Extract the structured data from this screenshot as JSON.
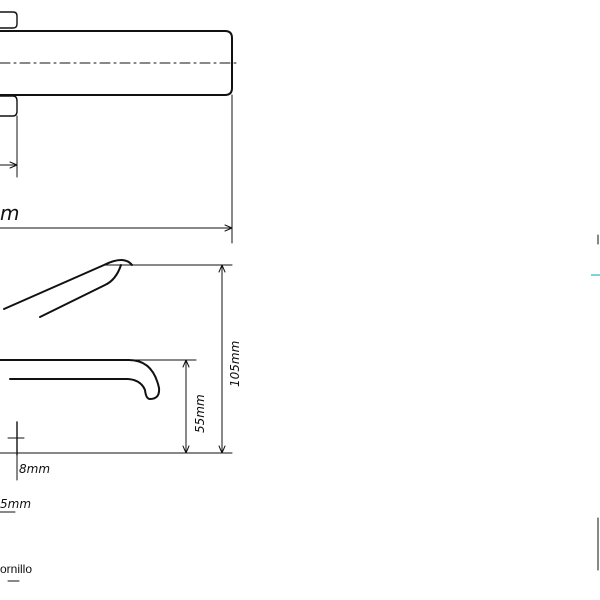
{
  "diagram": {
    "dimensions": {
      "top_width_partial": "m",
      "height_total": "105mm",
      "height_lower": "55mm",
      "base_gap": "8mm",
      "bottom_partial": "5mm"
    },
    "caption_partial": "ornillo",
    "colors": {
      "line": "#111111",
      "accent": "#7bd3e2"
    }
  }
}
